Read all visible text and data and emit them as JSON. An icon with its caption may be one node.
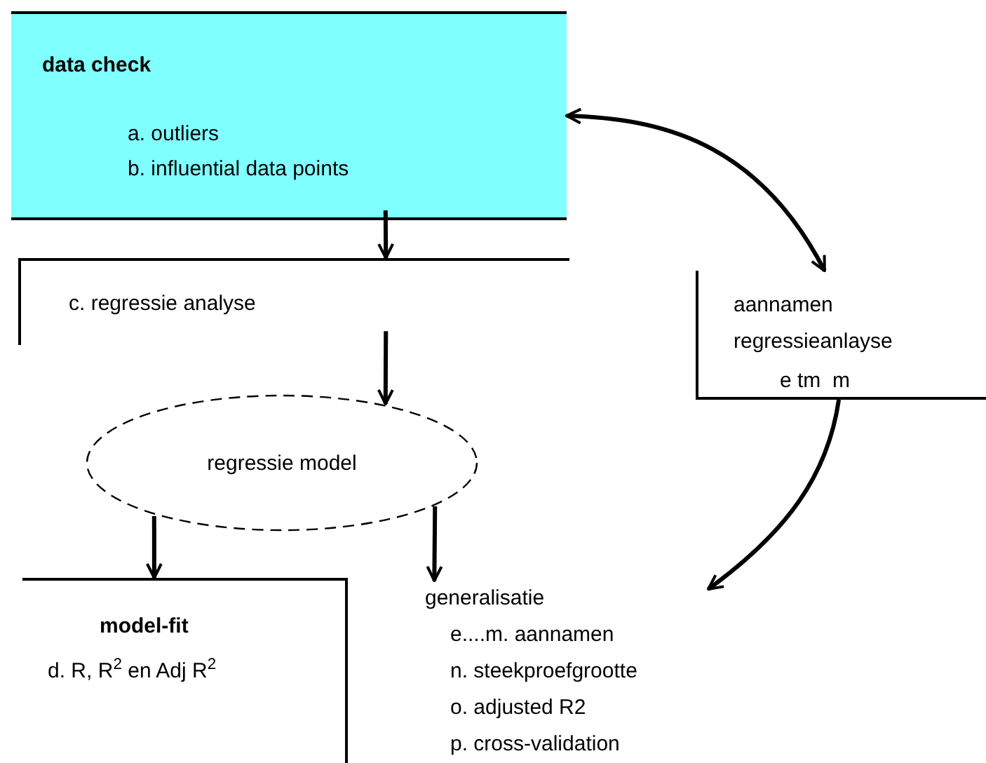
{
  "diagram": {
    "nodes": [
      {
        "text": [
          "data check",
          "a. outliers",
          "b. influential data points"
        ]
      },
      {
        "text": [
          "c. regressie analyse"
        ]
      },
      {
        "text": [
          "aannamen regressieanlayse",
          "e tm  m"
        ]
      },
      {
        "text": [
          "regressie model"
        ]
      },
      {
        "text": [
          "model-fit",
          "d. R, R$^{2}$ en Adj R$^{2}$"
        ]
      },
      {
        "text": [
          "generalisatie",
          "e....m. aannamen",
          "n. steekproefgrootte",
          "o. adjusted R2",
          "p. cross-validation"
        ]
      }
    ],
    "edges": [
      {
        "from": 0,
        "to": 1,
        "arrow": "to"
      },
      {
        "from": 1,
        "to": 3,
        "arrow": "to"
      },
      {
        "from": 3,
        "to": 4,
        "arrow": "to"
      },
      {
        "from": 3,
        "to": 5,
        "arrow": "to"
      },
      {
        "from": 0,
        "to": 2,
        "arrow": "both"
      },
      {
        "from": 2,
        "to": 5,
        "arrow": "to"
      }
    ]
  }
}
